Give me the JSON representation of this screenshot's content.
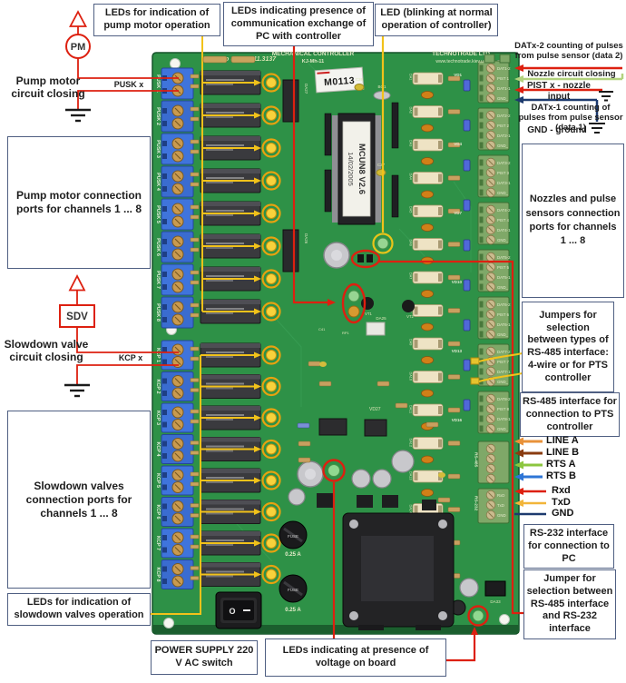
{
  "colors": {
    "board_green": "#2e9147",
    "annotation_red": "#dd2010",
    "annotation_yellow": "#f2c21a",
    "box_border": "#4f5f82",
    "pale_green_arrow": "#b2d27e",
    "navy": "#1d3a6e"
  },
  "annotations": {
    "boxes": {
      "pump_leds": "LEDs for indication of pump motor operation",
      "comm_leds": "LEDs indicating presence of communication exchange of PC with controller",
      "blink_led": "LED (blinking at normal operation of controller)",
      "pump_ports": "Pump motor connection ports for channels 1 ... 8",
      "slowdown_ports": "Slowdown valves connection ports for channels 1 ... 8",
      "slowdown_leds": "LEDs for indication of slowdown valves operation",
      "power_supply": "POWER SUPPLY 220 V AC switch",
      "voltage_leds": "LEDs indicating at presence of voltage on board",
      "nozzle_ports": "Nozzles and pulse sensors connection ports for channels 1 ... 8",
      "rs485_jumpers": "Jumpers for selection between types of RS-485 interface: 4-wire or for PTS controller",
      "rs485_interface": "RS-485 interface for connection to PTS controller",
      "rs232_interface": "RS-232 interface for connection to PC",
      "jumper_select": "Jumper for selection between RS-485 interface and RS-232 interface"
    },
    "labels": {
      "pm": "PM",
      "sdv": "SDV",
      "pump_circuit": "Pump motor circuit closing",
      "pusk_x": "PUSK x",
      "slowdown_circuit": "Slowdown valve circuit closing",
      "kcp_x": "KCP x",
      "datx2": "DATx-2 counting of pulses from pulse sensor (data 2)",
      "nozzle_closing": "Nozzle circuit closing",
      "pist_x": "PIST x - nozzle input",
      "datx1": "DATx-1 counting of pulses from pulse sensor (data 1)",
      "gnd_ground": "GND - ground"
    },
    "signals": [
      {
        "label": "LINE A",
        "color": "#e8923a"
      },
      {
        "label": "LINE B",
        "color": "#8a3c10"
      },
      {
        "label": "RTS A",
        "color": "#8cc63f"
      },
      {
        "label": "RTS B",
        "color": "#2e75d6"
      },
      {
        "label": "Rxd",
        "color": "#dd2010"
      },
      {
        "label": "TxD",
        "color": "#f2b53a"
      },
      {
        "label": "GND",
        "color": "#1d3a6e"
      }
    ]
  },
  "board": {
    "silkscreen": {
      "order_no": "No Заказу 11.3137",
      "title": "MECHANICAL CONTROLLER",
      "model": "KJ-Mh-11",
      "brand": "TECHNOTRADE LTD",
      "website": "www.technotrade.kiev.ua",
      "sticker": "M0113",
      "mcu_name": "MCUN8 V2.6",
      "mcu_date": "14/02/2005",
      "da25": "DA25",
      "da26": "DA26",
      "da27": "DA27",
      "da33": "DA33",
      "vd27": "VD27",
      "vt1": "VT1",
      "vt2": "VT2",
      "bq1": "BQ1",
      "c26": "C26",
      "c27": "C27",
      "c41": "C41",
      "rp1": "RP1",
      "fuse": "FUSE",
      "fuse_rating": "0.25 A",
      "rs485": "RS-485",
      "rs232": "RS-232",
      "switch_on": "O"
    },
    "pusk_labels": [
      "PUSK 1",
      "PUSK 2",
      "PUSK 3",
      "PUSK 4",
      "PUSK 5",
      "PUSK 6",
      "PUSK 7",
      "PUSK 8"
    ],
    "kcp_labels": [
      "KCP 1",
      "KCP 2",
      "KCP 3",
      "KCP 4",
      "KCP 5",
      "KCP 6",
      "KCP 7",
      "KCP 8"
    ],
    "channel_ports": [
      [
        "DAT1-2",
        "PIST 1",
        "DAT1-1",
        "GND_"
      ],
      [
        "DAT2-2",
        "PIST 2",
        "DAT2-1",
        "GND_"
      ],
      [
        "DAT3-2",
        "PIST 3",
        "DAT3-1",
        "GND_"
      ],
      [
        "DAT4-2",
        "PIST 4",
        "DAT4-1",
        "GND_"
      ],
      [
        "DAT5-2",
        "PIST 5",
        "DAT5-1",
        "GND_"
      ],
      [
        "DAT6-2",
        "PIST 6",
        "DAT6-1",
        "GND_"
      ],
      [
        "DAT7-2",
        "PIST 7",
        "DAT7-1",
        "GND_"
      ],
      [
        "DAT8-2",
        "PIST 8",
        "DAT8-1",
        "GND_"
      ]
    ],
    "rs232_pins": [
      "RxD",
      "TxD",
      "GND"
    ],
    "vd_labels": [
      "VD1",
      "VD4",
      "VD7",
      "VD10",
      "VD13",
      "VD16"
    ]
  }
}
